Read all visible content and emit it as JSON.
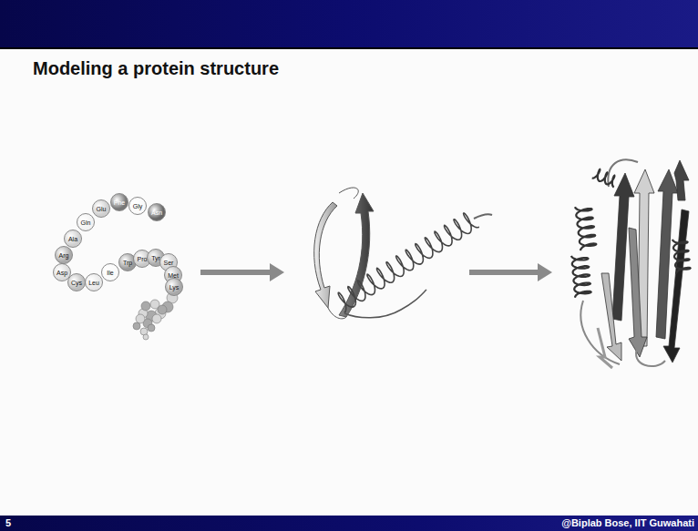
{
  "diagram": {
    "title": "Modeling a protein structure",
    "nodes": [
      {
        "text": [
          "Gln"
        ]
      },
      {
        "text": [
          "Glu"
        ]
      },
      {
        "text": [
          "Phe"
        ]
      },
      {
        "text": [
          "Gly"
        ]
      },
      {
        "text": [
          "Asn"
        ]
      },
      {
        "text": [
          "Ala"
        ]
      },
      {
        "text": [
          "Arg"
        ]
      },
      {
        "text": [
          "Asp"
        ]
      },
      {
        "text": [
          "Cys"
        ]
      },
      {
        "text": [
          "Leu"
        ]
      },
      {
        "text": [
          "Ile"
        ]
      },
      {
        "text": [
          "Trp"
        ]
      },
      {
        "text": [
          "Pro"
        ]
      },
      {
        "text": [
          "Tyr"
        ]
      },
      {
        "text": [
          "Ser"
        ]
      },
      {
        "text": [
          "Met"
        ]
      },
      {
        "text": [
          "Lys"
        ]
      }
    ],
    "labels": [
      "5",
      "@Biplab Bose, IIT Guwahati"
    ]
  }
}
